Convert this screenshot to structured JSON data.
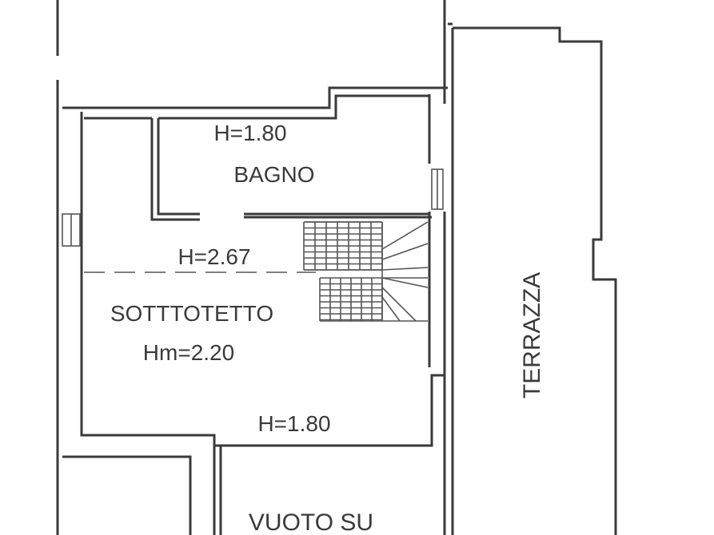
{
  "rooms": {
    "bagno": {
      "height_label": "H=1.80",
      "name": "BAGNO"
    },
    "sottotetto": {
      "ridge_height_label": "H=2.67",
      "name": "SOTTTOTETTO",
      "mean_height_label": "Hm=2.20",
      "eaves_height_label": "H=1.80"
    },
    "vuoto": {
      "name": "VUOTO SU"
    },
    "terrazza": {
      "name": "TERRAZZA"
    }
  }
}
